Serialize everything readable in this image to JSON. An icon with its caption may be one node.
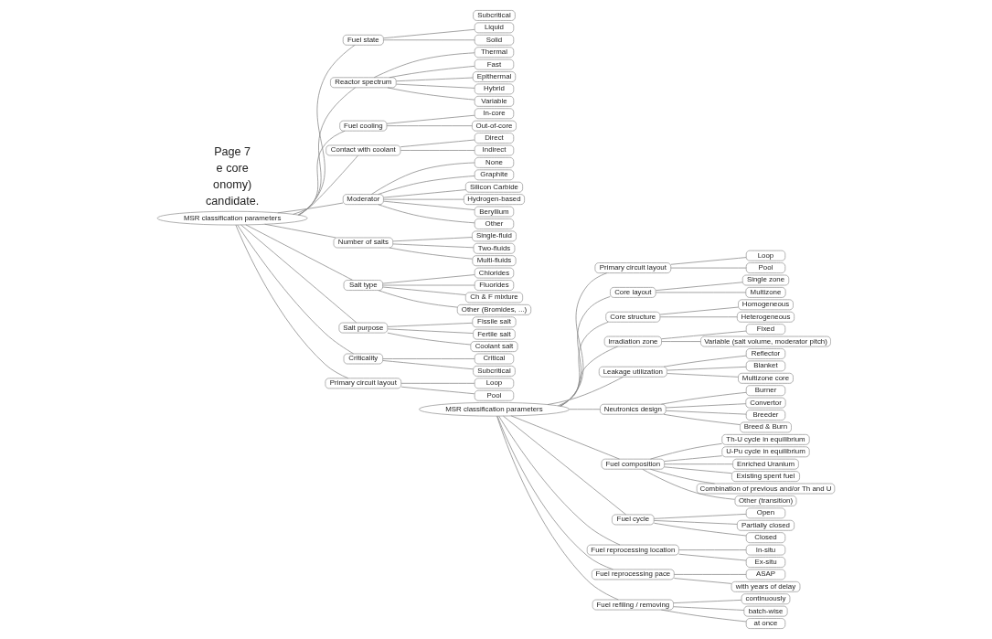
{
  "diagram": {
    "nodes": [
      {
        "text": [
          "MSR classification parameters"
        ]
      },
      {
        "text": [
          "Fuel state"
        ]
      },
      {
        "text": [
          "Liquid"
        ]
      },
      {
        "text": [
          "Solid"
        ]
      },
      {
        "text": [
          "Reactor spectrum"
        ]
      },
      {
        "text": [
          "Thermal"
        ]
      },
      {
        "text": [
          "Fast"
        ]
      },
      {
        "text": [
          "Epithermal"
        ]
      },
      {
        "text": [
          "Hybrid"
        ]
      },
      {
        "text": [
          "Variable"
        ]
      },
      {
        "text": [
          "Fuel cooling"
        ]
      },
      {
        "text": [
          "In-core"
        ]
      },
      {
        "text": [
          "Out-of-core"
        ]
      },
      {
        "text": [
          "Contact with coolant"
        ]
      },
      {
        "text": [
          "Direct"
        ]
      },
      {
        "text": [
          "Indirect"
        ]
      },
      {
        "text": [
          "Moderator"
        ]
      },
      {
        "text": [
          "None"
        ]
      },
      {
        "text": [
          "Graphite"
        ]
      },
      {
        "text": [
          "Silicon Carbide"
        ]
      },
      {
        "text": [
          "Hydrogen-based"
        ]
      },
      {
        "text": [
          "Beryllium"
        ]
      },
      {
        "text": [
          "Other"
        ]
      },
      {
        "text": [
          "Number of salts"
        ]
      },
      {
        "text": [
          "Single-fluid"
        ]
      },
      {
        "text": [
          "Two-fluids"
        ]
      },
      {
        "text": [
          "Multi-fluids"
        ]
      },
      {
        "text": [
          "Salt type"
        ]
      },
      {
        "text": [
          "Chlorides"
        ]
      },
      {
        "text": [
          "Fluorides"
        ]
      },
      {
        "text": [
          "Ch & F mixture"
        ]
      },
      {
        "text": [
          "Other (Bromides, ...)"
        ]
      },
      {
        "text": [
          "Salt purpose"
        ]
      },
      {
        "text": [
          "Fissile salt"
        ]
      },
      {
        "text": [
          "Fertile salt"
        ]
      },
      {
        "text": [
          "Coolant salt"
        ]
      },
      {
        "text": [
          "Criticality"
        ]
      },
      {
        "text": [
          "Critical"
        ]
      },
      {
        "text": [
          "Subcritical"
        ]
      },
      {
        "text": [
          "Primary circuit layout"
        ]
      },
      {
        "text": [
          "Loop"
        ]
      },
      {
        "text": [
          "Pool"
        ]
      },
      {
        "text": [
          "Subcritical"
        ]
      },
      {
        "text": [
          "MSR classification parameters"
        ]
      },
      {
        "text": [
          "Primary circuit layout"
        ]
      },
      {
        "text": [
          "Loop"
        ]
      },
      {
        "text": [
          "Pool"
        ]
      },
      {
        "text": [
          "Core layout"
        ]
      },
      {
        "text": [
          "Single zone"
        ]
      },
      {
        "text": [
          "Multizone"
        ]
      },
      {
        "text": [
          "Core structure"
        ]
      },
      {
        "text": [
          "Homogeneous"
        ]
      },
      {
        "text": [
          "Heterogeneous"
        ]
      },
      {
        "text": [
          "Irradiation zone"
        ]
      },
      {
        "text": [
          "Fixed"
        ]
      },
      {
        "text": [
          "Variable (salt volume, moderator pitch)"
        ]
      },
      {
        "text": [
          "Leakage utilization"
        ]
      },
      {
        "text": [
          "Reflector"
        ]
      },
      {
        "text": [
          "Blanket"
        ]
      },
      {
        "text": [
          "Multizone core"
        ]
      },
      {
        "text": [
          "Neutronics design"
        ]
      },
      {
        "text": [
          "Burner"
        ]
      },
      {
        "text": [
          "Convertor"
        ]
      },
      {
        "text": [
          "Breeder"
        ]
      },
      {
        "text": [
          "Breed & Burn"
        ]
      },
      {
        "text": [
          "Fuel composition"
        ]
      },
      {
        "text": [
          "Th-U cycle in equilibrium"
        ]
      },
      {
        "text": [
          "U-Pu cycle in equilibrium"
        ]
      },
      {
        "text": [
          "Enriched Uranium"
        ]
      },
      {
        "text": [
          "Existing spent fuel"
        ]
      },
      {
        "text": [
          "Combination of previous and/or Th and U"
        ]
      },
      {
        "text": [
          "Other (transition)"
        ]
      },
      {
        "text": [
          "Fuel cycle"
        ]
      },
      {
        "text": [
          "Open"
        ]
      },
      {
        "text": [
          "Partially closed"
        ]
      },
      {
        "text": [
          "Closed"
        ]
      },
      {
        "text": [
          "Fuel reprocessing location"
        ]
      },
      {
        "text": [
          "In-situ"
        ]
      },
      {
        "text": [
          "Ex-situ"
        ]
      },
      {
        "text": [
          "Fuel reprocessing pace"
        ]
      },
      {
        "text": [
          "ASAP"
        ]
      },
      {
        "text": [
          "with years of delay"
        ]
      },
      {
        "text": [
          "Fuel refiling / removing"
        ]
      },
      {
        "text": [
          "continuously"
        ]
      },
      {
        "text": [
          "batch-wise"
        ]
      },
      {
        "text": [
          "at once"
        ]
      }
    ],
    "edges": [
      {
        "from": 0,
        "to": 1,
        "arrow": "none"
      },
      {
        "from": 1,
        "to": 2,
        "arrow": "none"
      },
      {
        "from": 1,
        "to": 3,
        "arrow": "none"
      },
      {
        "from": 0,
        "to": 4,
        "arrow": "none"
      },
      {
        "from": 4,
        "to": 5,
        "arrow": "none"
      },
      {
        "from": 4,
        "to": 6,
        "arrow": "none"
      },
      {
        "from": 4,
        "to": 7,
        "arrow": "none"
      },
      {
        "from": 4,
        "to": 8,
        "arrow": "none"
      },
      {
        "from": 4,
        "to": 9,
        "arrow": "none"
      },
      {
        "from": 0,
        "to": 10,
        "arrow": "none"
      },
      {
        "from": 10,
        "to": 11,
        "arrow": "none"
      },
      {
        "from": 10,
        "to": 12,
        "arrow": "none"
      },
      {
        "from": 0,
        "to": 13,
        "arrow": "none"
      },
      {
        "from": 13,
        "to": 14,
        "arrow": "none"
      },
      {
        "from": 13,
        "to": 15,
        "arrow": "none"
      },
      {
        "from": 0,
        "to": 16,
        "arrow": "none"
      },
      {
        "from": 16,
        "to": 17,
        "arrow": "none"
      },
      {
        "from": 16,
        "to": 18,
        "arrow": "none"
      },
      {
        "from": 16,
        "to": 19,
        "arrow": "none"
      },
      {
        "from": 16,
        "to": 20,
        "arrow": "none"
      },
      {
        "from": 16,
        "to": 21,
        "arrow": "none"
      },
      {
        "from": 16,
        "to": 22,
        "arrow": "none"
      },
      {
        "from": 0,
        "to": 23,
        "arrow": "none"
      },
      {
        "from": 23,
        "to": 24,
        "arrow": "none"
      },
      {
        "from": 23,
        "to": 25,
        "arrow": "none"
      },
      {
        "from": 23,
        "to": 26,
        "arrow": "none"
      },
      {
        "from": 0,
        "to": 27,
        "arrow": "none"
      },
      {
        "from": 27,
        "to": 28,
        "arrow": "none"
      },
      {
        "from": 27,
        "to": 29,
        "arrow": "none"
      },
      {
        "from": 27,
        "to": 30,
        "arrow": "none"
      },
      {
        "from": 27,
        "to": 31,
        "arrow": "none"
      },
      {
        "from": 0,
        "to": 32,
        "arrow": "none"
      },
      {
        "from": 32,
        "to": 33,
        "arrow": "none"
      },
      {
        "from": 32,
        "to": 34,
        "arrow": "none"
      },
      {
        "from": 32,
        "to": 35,
        "arrow": "none"
      },
      {
        "from": 0,
        "to": 36,
        "arrow": "none"
      },
      {
        "from": 36,
        "to": 37,
        "arrow": "none"
      },
      {
        "from": 36,
        "to": 38,
        "arrow": "none"
      },
      {
        "from": 0,
        "to": 39,
        "arrow": "none"
      },
      {
        "from": 39,
        "to": 40,
        "arrow": "none"
      },
      {
        "from": 39,
        "to": 41,
        "arrow": "none"
      },
      {
        "from": 43,
        "to": 44,
        "arrow": "none"
      },
      {
        "from": 44,
        "to": 45,
        "arrow": "none"
      },
      {
        "from": 44,
        "to": 46,
        "arrow": "none"
      },
      {
        "from": 43,
        "to": 47,
        "arrow": "none"
      },
      {
        "from": 47,
        "to": 48,
        "arrow": "none"
      },
      {
        "from": 47,
        "to": 49,
        "arrow": "none"
      },
      {
        "from": 43,
        "to": 50,
        "arrow": "none"
      },
      {
        "from": 50,
        "to": 51,
        "arrow": "none"
      },
      {
        "from": 50,
        "to": 52,
        "arrow": "none"
      },
      {
        "from": 43,
        "to": 53,
        "arrow": "none"
      },
      {
        "from": 53,
        "to": 54,
        "arrow": "none"
      },
      {
        "from": 53,
        "to": 55,
        "arrow": "none"
      },
      {
        "from": 43,
        "to": 56,
        "arrow": "none"
      },
      {
        "from": 56,
        "to": 57,
        "arrow": "none"
      },
      {
        "from": 56,
        "to": 58,
        "arrow": "none"
      },
      {
        "from": 56,
        "to": 59,
        "arrow": "none"
      },
      {
        "from": 43,
        "to": 60,
        "arrow": "none"
      },
      {
        "from": 60,
        "to": 61,
        "arrow": "none"
      },
      {
        "from": 60,
        "to": 62,
        "arrow": "none"
      },
      {
        "from": 60,
        "to": 63,
        "arrow": "none"
      },
      {
        "from": 60,
        "to": 64,
        "arrow": "none"
      },
      {
        "from": 43,
        "to": 65,
        "arrow": "none"
      },
      {
        "from": 65,
        "to": 66,
        "arrow": "none"
      },
      {
        "from": 65,
        "to": 67,
        "arrow": "none"
      },
      {
        "from": 65,
        "to": 68,
        "arrow": "none"
      },
      {
        "from": 65,
        "to": 69,
        "arrow": "none"
      },
      {
        "from": 65,
        "to": 70,
        "arrow": "none"
      },
      {
        "from": 65,
        "to": 71,
        "arrow": "none"
      },
      {
        "from": 43,
        "to": 72,
        "arrow": "none"
      },
      {
        "from": 72,
        "to": 73,
        "arrow": "none"
      },
      {
        "from": 72,
        "to": 74,
        "arrow": "none"
      },
      {
        "from": 72,
        "to": 75,
        "arrow": "none"
      },
      {
        "from": 43,
        "to": 76,
        "arrow": "none"
      },
      {
        "from": 76,
        "to": 77,
        "arrow": "none"
      },
      {
        "from": 76,
        "to": 78,
        "arrow": "none"
      },
      {
        "from": 43,
        "to": 79,
        "arrow": "none"
      },
      {
        "from": 79,
        "to": 80,
        "arrow": "none"
      },
      {
        "from": 79,
        "to": 81,
        "arrow": "none"
      },
      {
        "from": 43,
        "to": 82,
        "arrow": "none"
      },
      {
        "from": 82,
        "to": 83,
        "arrow": "none"
      },
      {
        "from": 82,
        "to": 84,
        "arrow": "none"
      },
      {
        "from": 82,
        "to": 85,
        "arrow": "none"
      }
    ],
    "labels": [
      "candidate.",
      "onomy)",
      "e core",
      "Page 7"
    ]
  }
}
